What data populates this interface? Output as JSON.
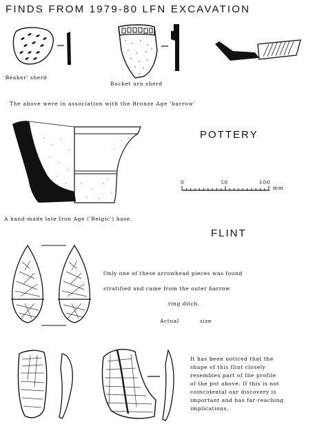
{
  "title": "FINDS FROM 1979-80 LFN EXCAVATION",
  "captions": {
    "beaker": "'Beaker' sherd",
    "bucket": "Bucket urn sherd",
    "association": "The above were in association with the Bronze Age 'barrow'",
    "base": "A hand-made late Iron Age ('Belgic') base."
  },
  "headings": {
    "pottery": "POTTERY",
    "flint": "FLINT"
  },
  "scale": {
    "ticks": [
      "0",
      "50",
      "100"
    ],
    "unit": "mm"
  },
  "arrowhead_text": {
    "line1": "Only one of these arrowhead pieces was found",
    "line2": "stratified and came from the outer barrow",
    "line3": "ring ditch.",
    "actual": "Actual",
    "size": "size"
  },
  "flint_note": [
    "It has been noticed that the",
    "shape of this flint closely",
    "resembles part of the profile",
    "of the pot above. If this is not",
    "coincidental our discovery is",
    "important and has far-reaching",
    "implications."
  ]
}
